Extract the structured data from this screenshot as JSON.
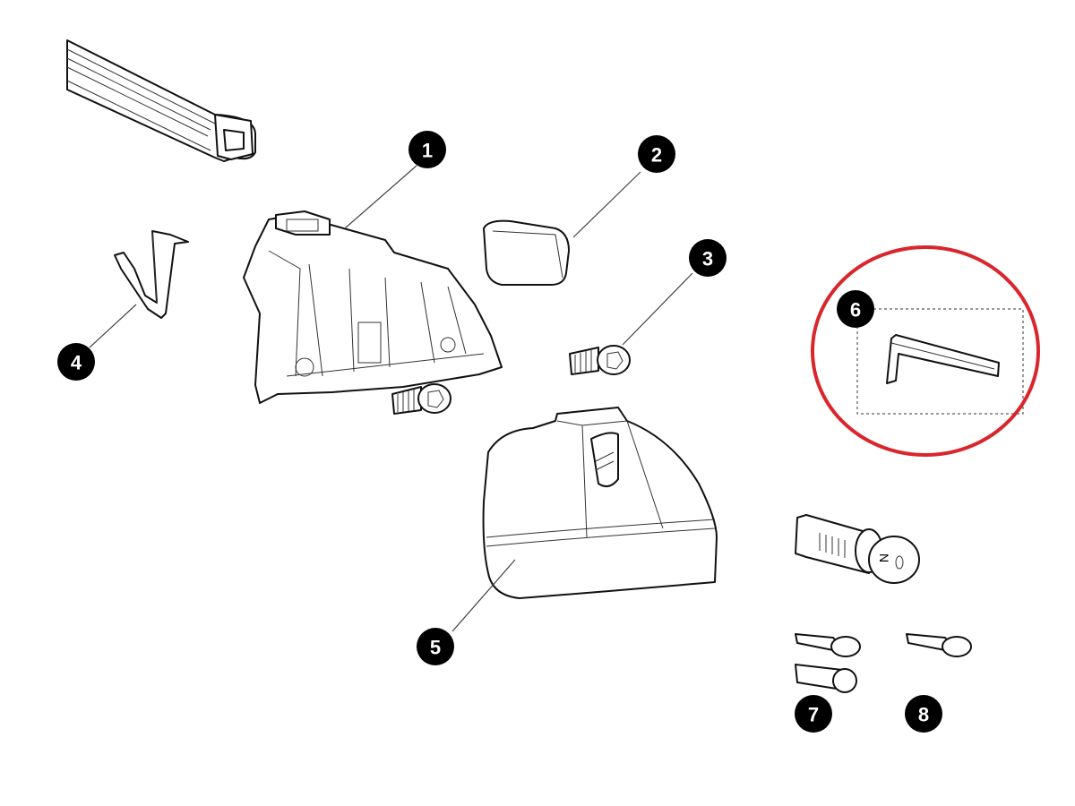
{
  "diagram": {
    "type": "exploded-parts-diagram",
    "callouts": [
      {
        "number": "1",
        "part": "foot-base"
      },
      {
        "number": "2",
        "part": "end-cap"
      },
      {
        "number": "3",
        "part": "hex-bolt"
      },
      {
        "number": "4",
        "part": "clip"
      },
      {
        "number": "5",
        "part": "foot-cover"
      },
      {
        "number": "6",
        "part": "allen-key"
      },
      {
        "number": "7",
        "part": "lock-cylinder-with-keys"
      },
      {
        "number": "8",
        "part": "spare-key"
      }
    ],
    "highlight": {
      "target": "6",
      "color": "#d9262c"
    },
    "lock_key_text": "N"
  }
}
